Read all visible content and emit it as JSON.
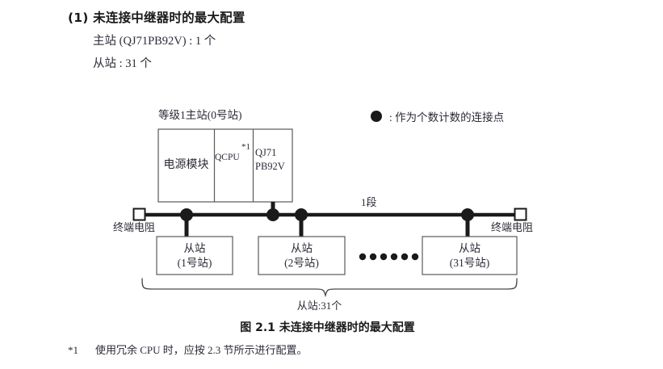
{
  "heading": {
    "number": "(1)",
    "title": "未连接中继器时的最大配置",
    "specs": [
      "主站 (QJ71PB92V) : 1 个",
      "从站 : 31 个"
    ]
  },
  "legend": {
    "marker": "dot",
    "text": ": 作为个数计数的连接点"
  },
  "figure": {
    "master_group_label": "等级1主站(0号站)",
    "master_modules": {
      "power": "电源模块",
      "cpu": "QCPU",
      "cpu_footnote_mark": "*1",
      "network": "QJ71\nPB92V",
      "network_line1": "QJ71",
      "network_line2": "PB92V"
    },
    "segment_label": "1段",
    "terminator_left": "终端电阻",
    "terminator_right": "终端电阻",
    "slaves": [
      {
        "name": "从站",
        "station": "(1号站)"
      },
      {
        "name": "从站",
        "station": "(2号站)"
      },
      {
        "name": "从站",
        "station": "(31号站)"
      }
    ],
    "ellipsis_dots": 6,
    "brace_label": "从站:31个"
  },
  "caption": "图 2.1  未连接中继器时的最大配置",
  "footnote": {
    "mark": "*1",
    "text": "使用冗余 CPU 时，应按 2.3 节所示进行配置。"
  },
  "colors": {
    "ink": "#231f20",
    "text": "#2b2b38",
    "line": "#1a1a1a",
    "paper": "#ffffff"
  }
}
